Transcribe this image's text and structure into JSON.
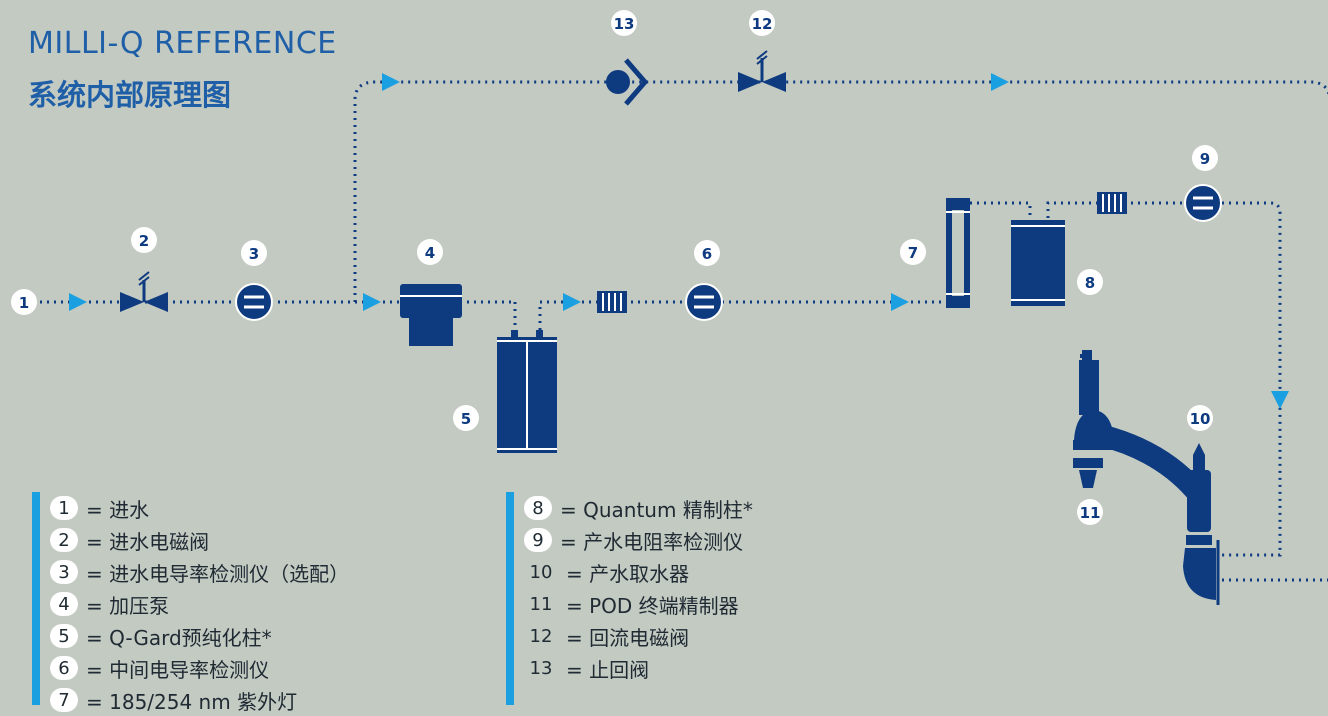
{
  "title": {
    "line1": "MILLI-Q REFERENCE",
    "line2": "系统内部原理图"
  },
  "badges": {
    "b1": "1",
    "b2": "2",
    "b3": "3",
    "b4": "4",
    "b5": "5",
    "b6": "6",
    "b7": "7",
    "b8": "8",
    "b9": "9",
    "b10": "10",
    "b11": "11",
    "b12": "12",
    "b13": "13"
  },
  "legend_left": [
    {
      "num": "1",
      "text": "= 进水"
    },
    {
      "num": "2",
      "text": "= 进水电磁阀"
    },
    {
      "num": "3",
      "text": "= 进水电导率检测仪（选配）"
    },
    {
      "num": "4",
      "text": "= 加压泵"
    },
    {
      "num": "5",
      "text": "= Q-Gard预纯化柱*"
    },
    {
      "num": "6",
      "text": "= 中间电导率检测仪"
    },
    {
      "num": "7",
      "text": "= 185/254 nm 紫外灯"
    }
  ],
  "legend_right": [
    {
      "num": "8",
      "text": "= Quantum 精制柱*"
    },
    {
      "num": "9",
      "text": "= 产水电阻率检测仪"
    },
    {
      "num": "10",
      "text": "= 产水取水器"
    },
    {
      "num": "11",
      "text": "= POD 终端精制器"
    },
    {
      "num": "12",
      "text": "= 回流电磁阀"
    },
    {
      "num": "13",
      "text": "= 止回阀"
    }
  ],
  "colors": {
    "background": "#c3cac2",
    "navy": "#0e3a80",
    "arrow": "#1aa0e0",
    "title": "#1f5fa8"
  }
}
